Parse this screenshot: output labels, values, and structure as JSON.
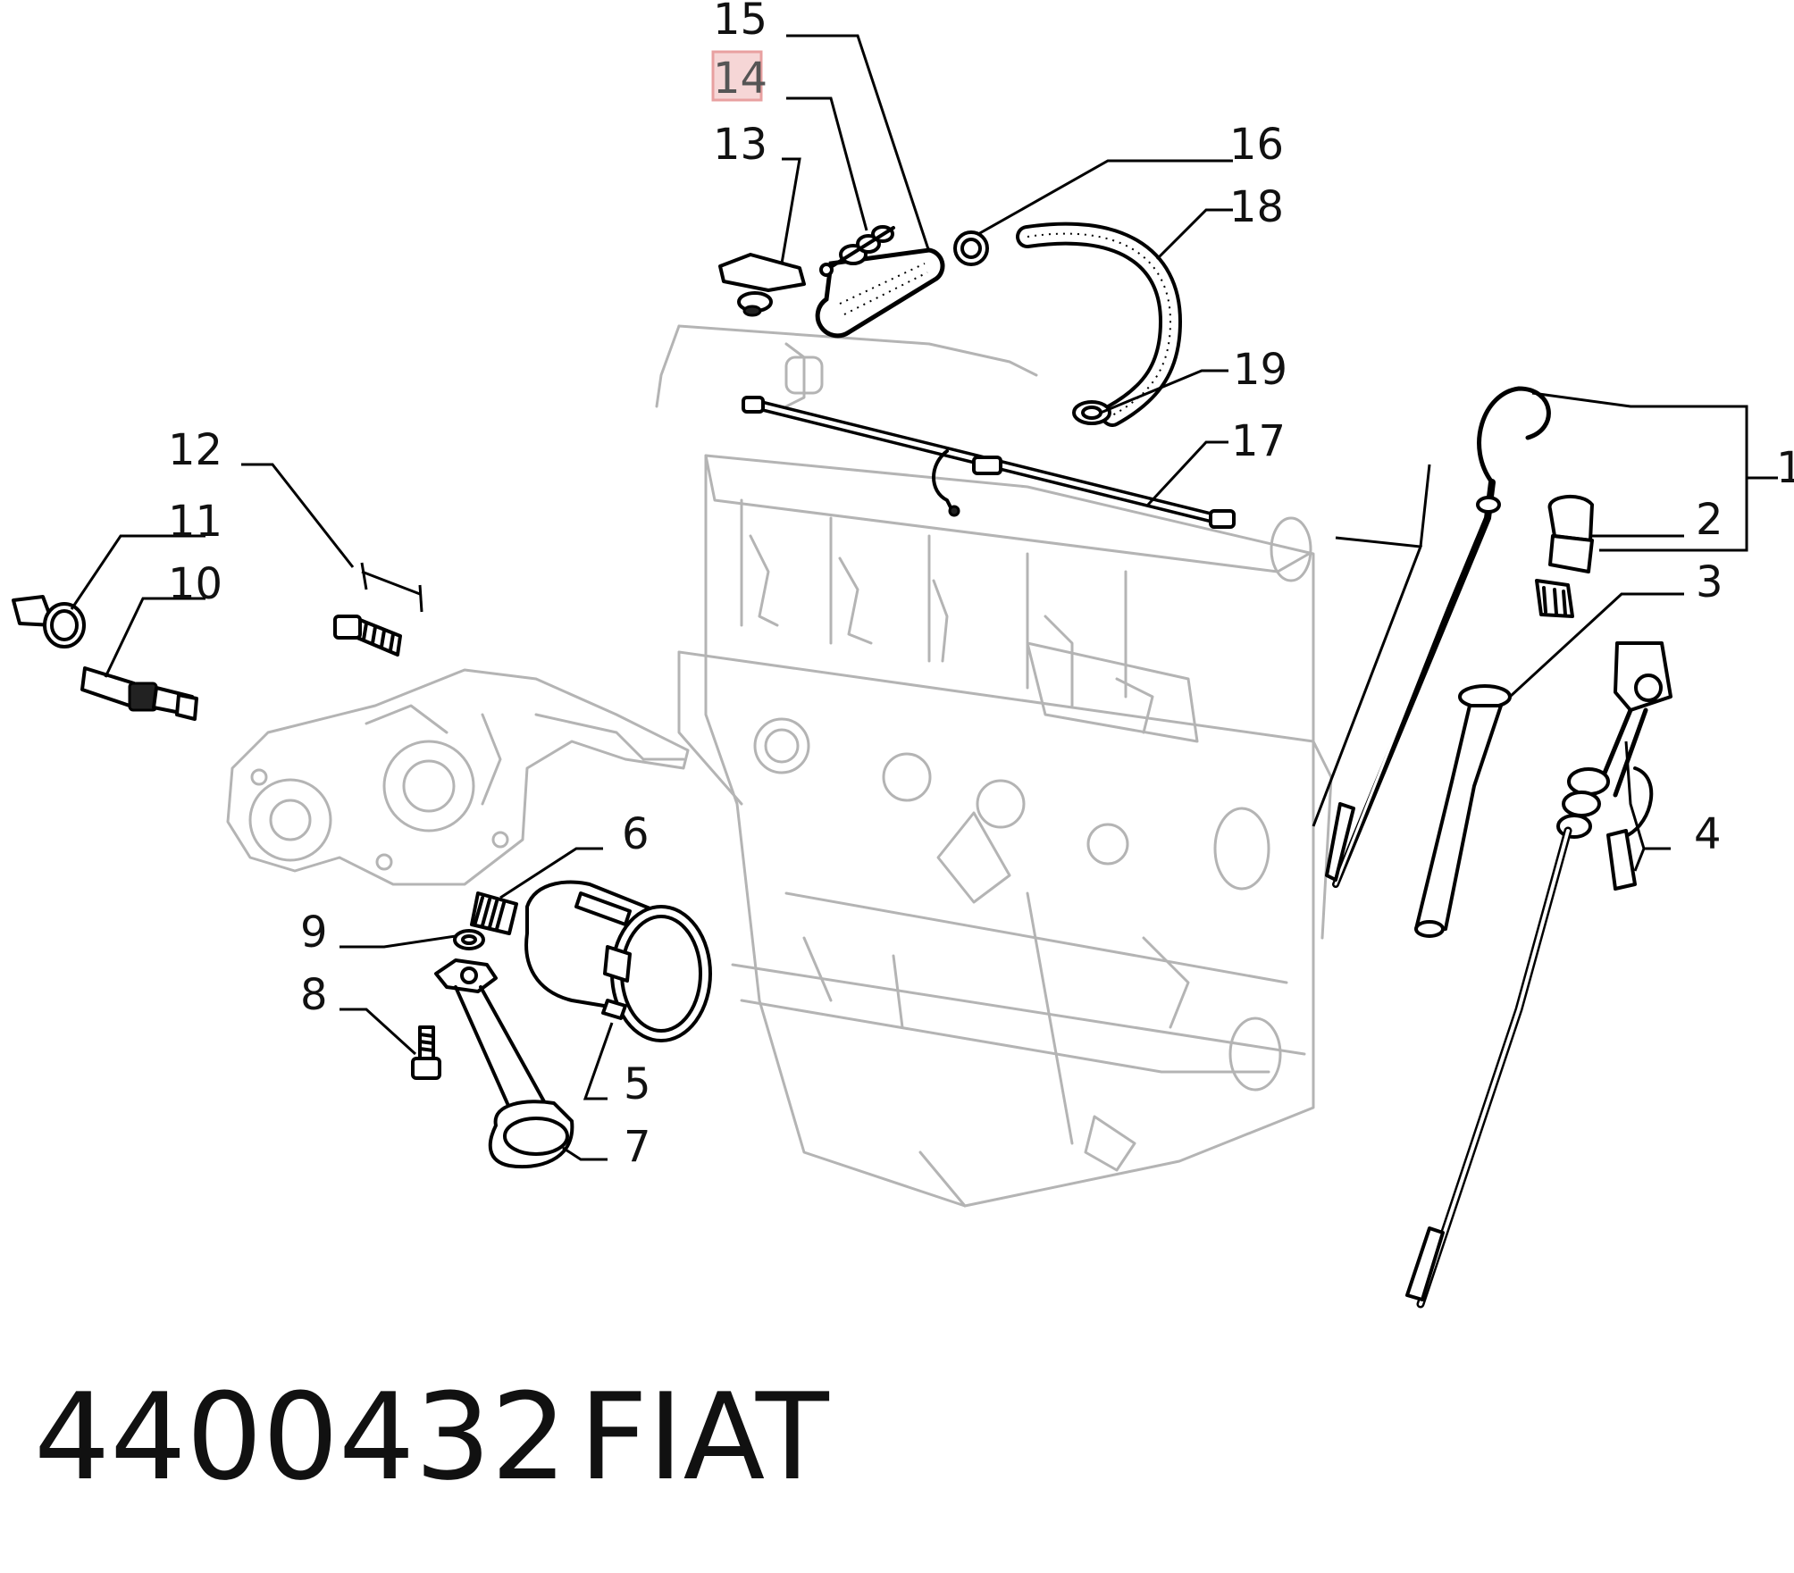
{
  "diagram": {
    "callouts": [
      {
        "id": "15",
        "label": "15"
      },
      {
        "id": "14",
        "label": "14",
        "highlighted": true
      },
      {
        "id": "13",
        "label": "13"
      },
      {
        "id": "16",
        "label": "16"
      },
      {
        "id": "18",
        "label": "18"
      },
      {
        "id": "19",
        "label": "19"
      },
      {
        "id": "17",
        "label": "17"
      },
      {
        "id": "12",
        "label": "12"
      },
      {
        "id": "11",
        "label": "11"
      },
      {
        "id": "10",
        "label": "10"
      },
      {
        "id": "1",
        "label": "1"
      },
      {
        "id": "2",
        "label": "2"
      },
      {
        "id": "3",
        "label": "3"
      },
      {
        "id": "4",
        "label": "4"
      },
      {
        "id": "6",
        "label": "6"
      },
      {
        "id": "9",
        "label": "9"
      },
      {
        "id": "8",
        "label": "8"
      },
      {
        "id": "5",
        "label": "5"
      },
      {
        "id": "7",
        "label": "7"
      }
    ],
    "highlight_color": "#e8a0a0"
  },
  "caption": {
    "part_number": "4400432",
    "brand": "FIAT"
  }
}
